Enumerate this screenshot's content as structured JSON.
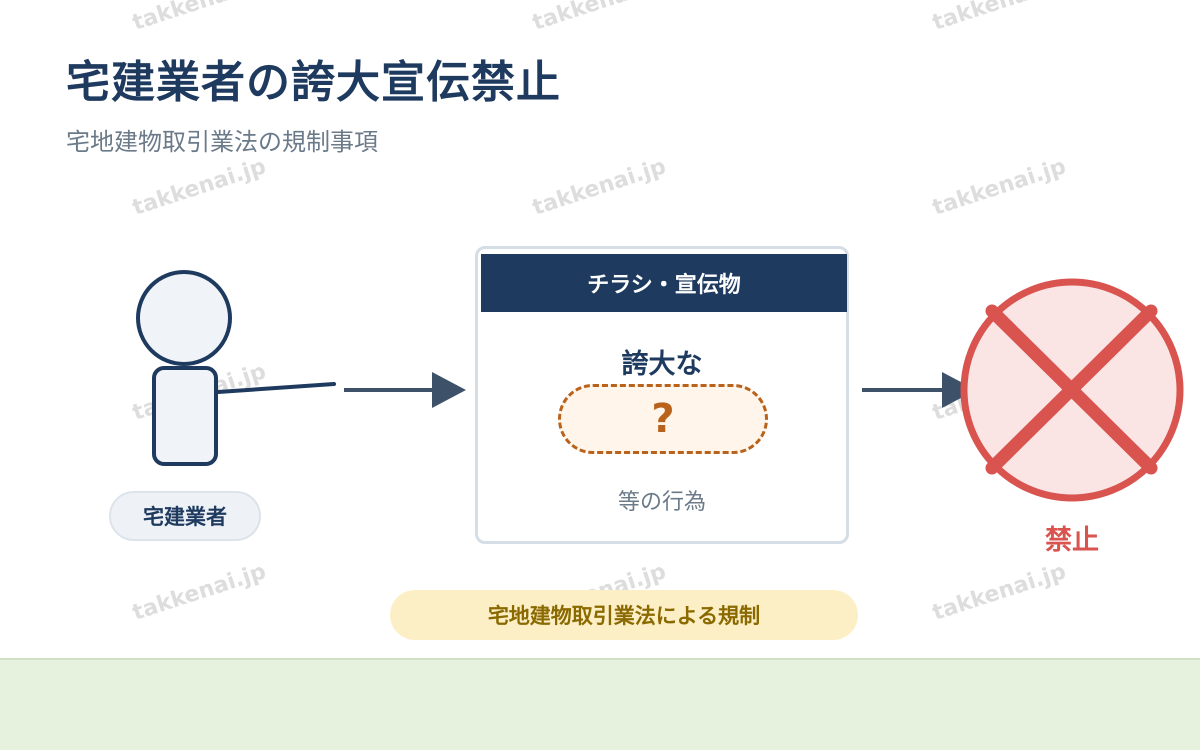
{
  "header": {
    "title": "宅建業者の誇大宣伝禁止",
    "subtitle": "宅地建物取引業法の規制事項"
  },
  "actor": {
    "label": "宅建業者"
  },
  "flyer": {
    "header": "チラシ・宣伝物",
    "exaggerated": "誇大な",
    "question_mark": "?",
    "acts": "等の行為"
  },
  "result": {
    "label": "禁止"
  },
  "law": {
    "label": "宅地建物取引業法による規制"
  },
  "watermark": {
    "text": "takkenai.jp"
  },
  "colors": {
    "navy": "#1e3a5f",
    "prohibit_red": "#d9534f",
    "prohibit_fill": "#fbe4e4",
    "question_orange": "#b8621b",
    "law_bg": "#fcefc5",
    "footer_green": "#e6f1de"
  }
}
